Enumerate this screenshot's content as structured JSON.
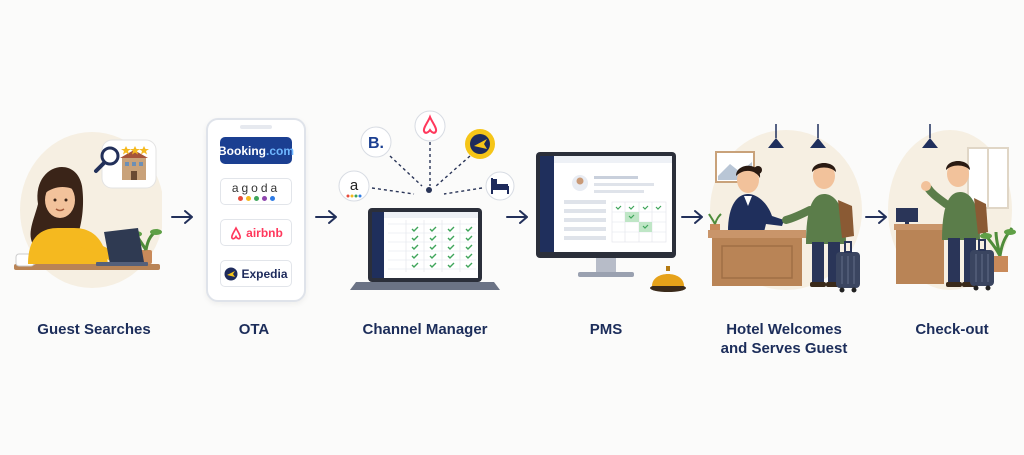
{
  "steps": [
    {
      "label": "Guest Searches"
    },
    {
      "label": "OTA"
    },
    {
      "label": "Channel Manager"
    },
    {
      "label": "PMS"
    },
    {
      "label": "Hotel Welcomes\nand Serves Guest"
    },
    {
      "label": "Check-out"
    }
  ],
  "ota": {
    "booking": "Booking",
    "booking_suffix": ".com",
    "agoda": "agoda",
    "airbnb": "airbnb",
    "expedia": "Expedia"
  },
  "channel_icons": {
    "booking_letter": "B.",
    "amazon_letter": "a"
  },
  "colors": {
    "label": "#1c2d5a",
    "arrow": "#22305a",
    "navy": "#1f2f5c",
    "check_green": "#3fa55a",
    "guest_top": "#f5b91f",
    "staff_top": "#1f2f5c",
    "traveler_top": "#5b7d4a"
  },
  "icons": [
    "magnifier-icon",
    "hotel-icon",
    "star-icon",
    "booking-icon",
    "airbnb-icon",
    "expedia-icon",
    "bed-icon",
    "amazon-icon",
    "bell-icon",
    "arrow-icon"
  ]
}
